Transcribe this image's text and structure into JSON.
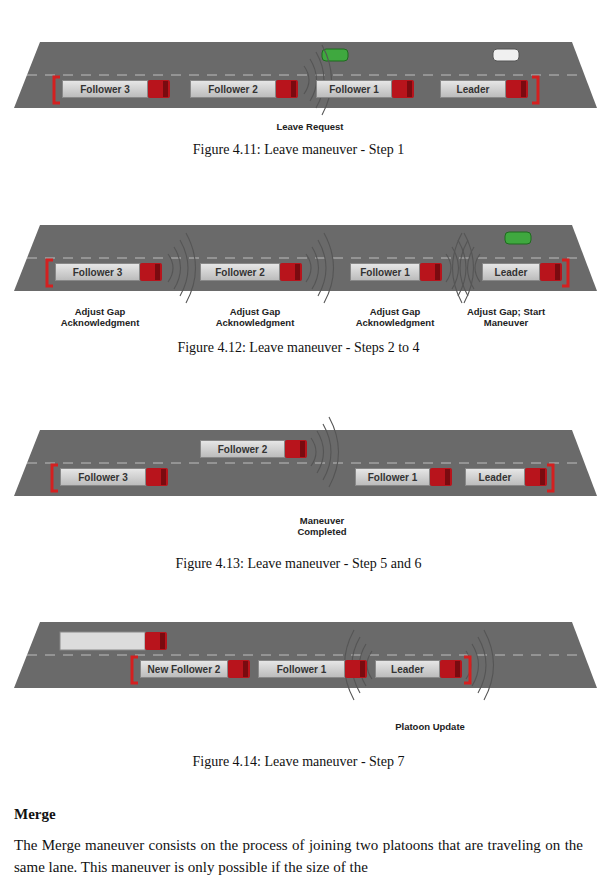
{
  "diagram": {
    "nodes": [
      {
        "text": [
          "Follower 3"
        ]
      },
      {
        "text": [
          "Follower 2"
        ]
      },
      {
        "text": [
          "Follower 1"
        ]
      },
      {
        "text": [
          "Leader"
        ]
      },
      {
        "text": [
          "Follower 3"
        ]
      },
      {
        "text": [
          "Follower 2"
        ]
      },
      {
        "text": [
          "Follower 1"
        ]
      },
      {
        "text": [
          "Leader"
        ]
      },
      {
        "text": [
          "Follower 2"
        ]
      },
      {
        "text": [
          "Follower 3"
        ]
      },
      {
        "text": [
          "Follower 1"
        ]
      },
      {
        "text": [
          "Leader"
        ]
      },
      {
        "text": [
          "New Follower 2"
        ]
      },
      {
        "text": [
          "Follower 1"
        ]
      },
      {
        "text": [
          "Leader"
        ]
      }
    ],
    "labels": [
      "Leave Request",
      "Figure 4.11: Leave maneuver - Step 1",
      "Adjust Gap Acknowledgment",
      "Adjust Gap Acknowledgment",
      "Adjust Gap Acknowledgment",
      "Adjust Gap; Start Maneuver",
      "Figure 4.12: Leave maneuver - Steps 2 to 4",
      "Maneuver Completed",
      "Figure 4.13: Leave maneuver - Step 5 and 6",
      "Platoon Update",
      "Figure 4.14: Leave maneuver - Step 7",
      "Merge",
      "The Merge maneuver consists on the process of joining two platoons that are traveling on the same lane. This maneuver is only possible if the size of the"
    ]
  }
}
